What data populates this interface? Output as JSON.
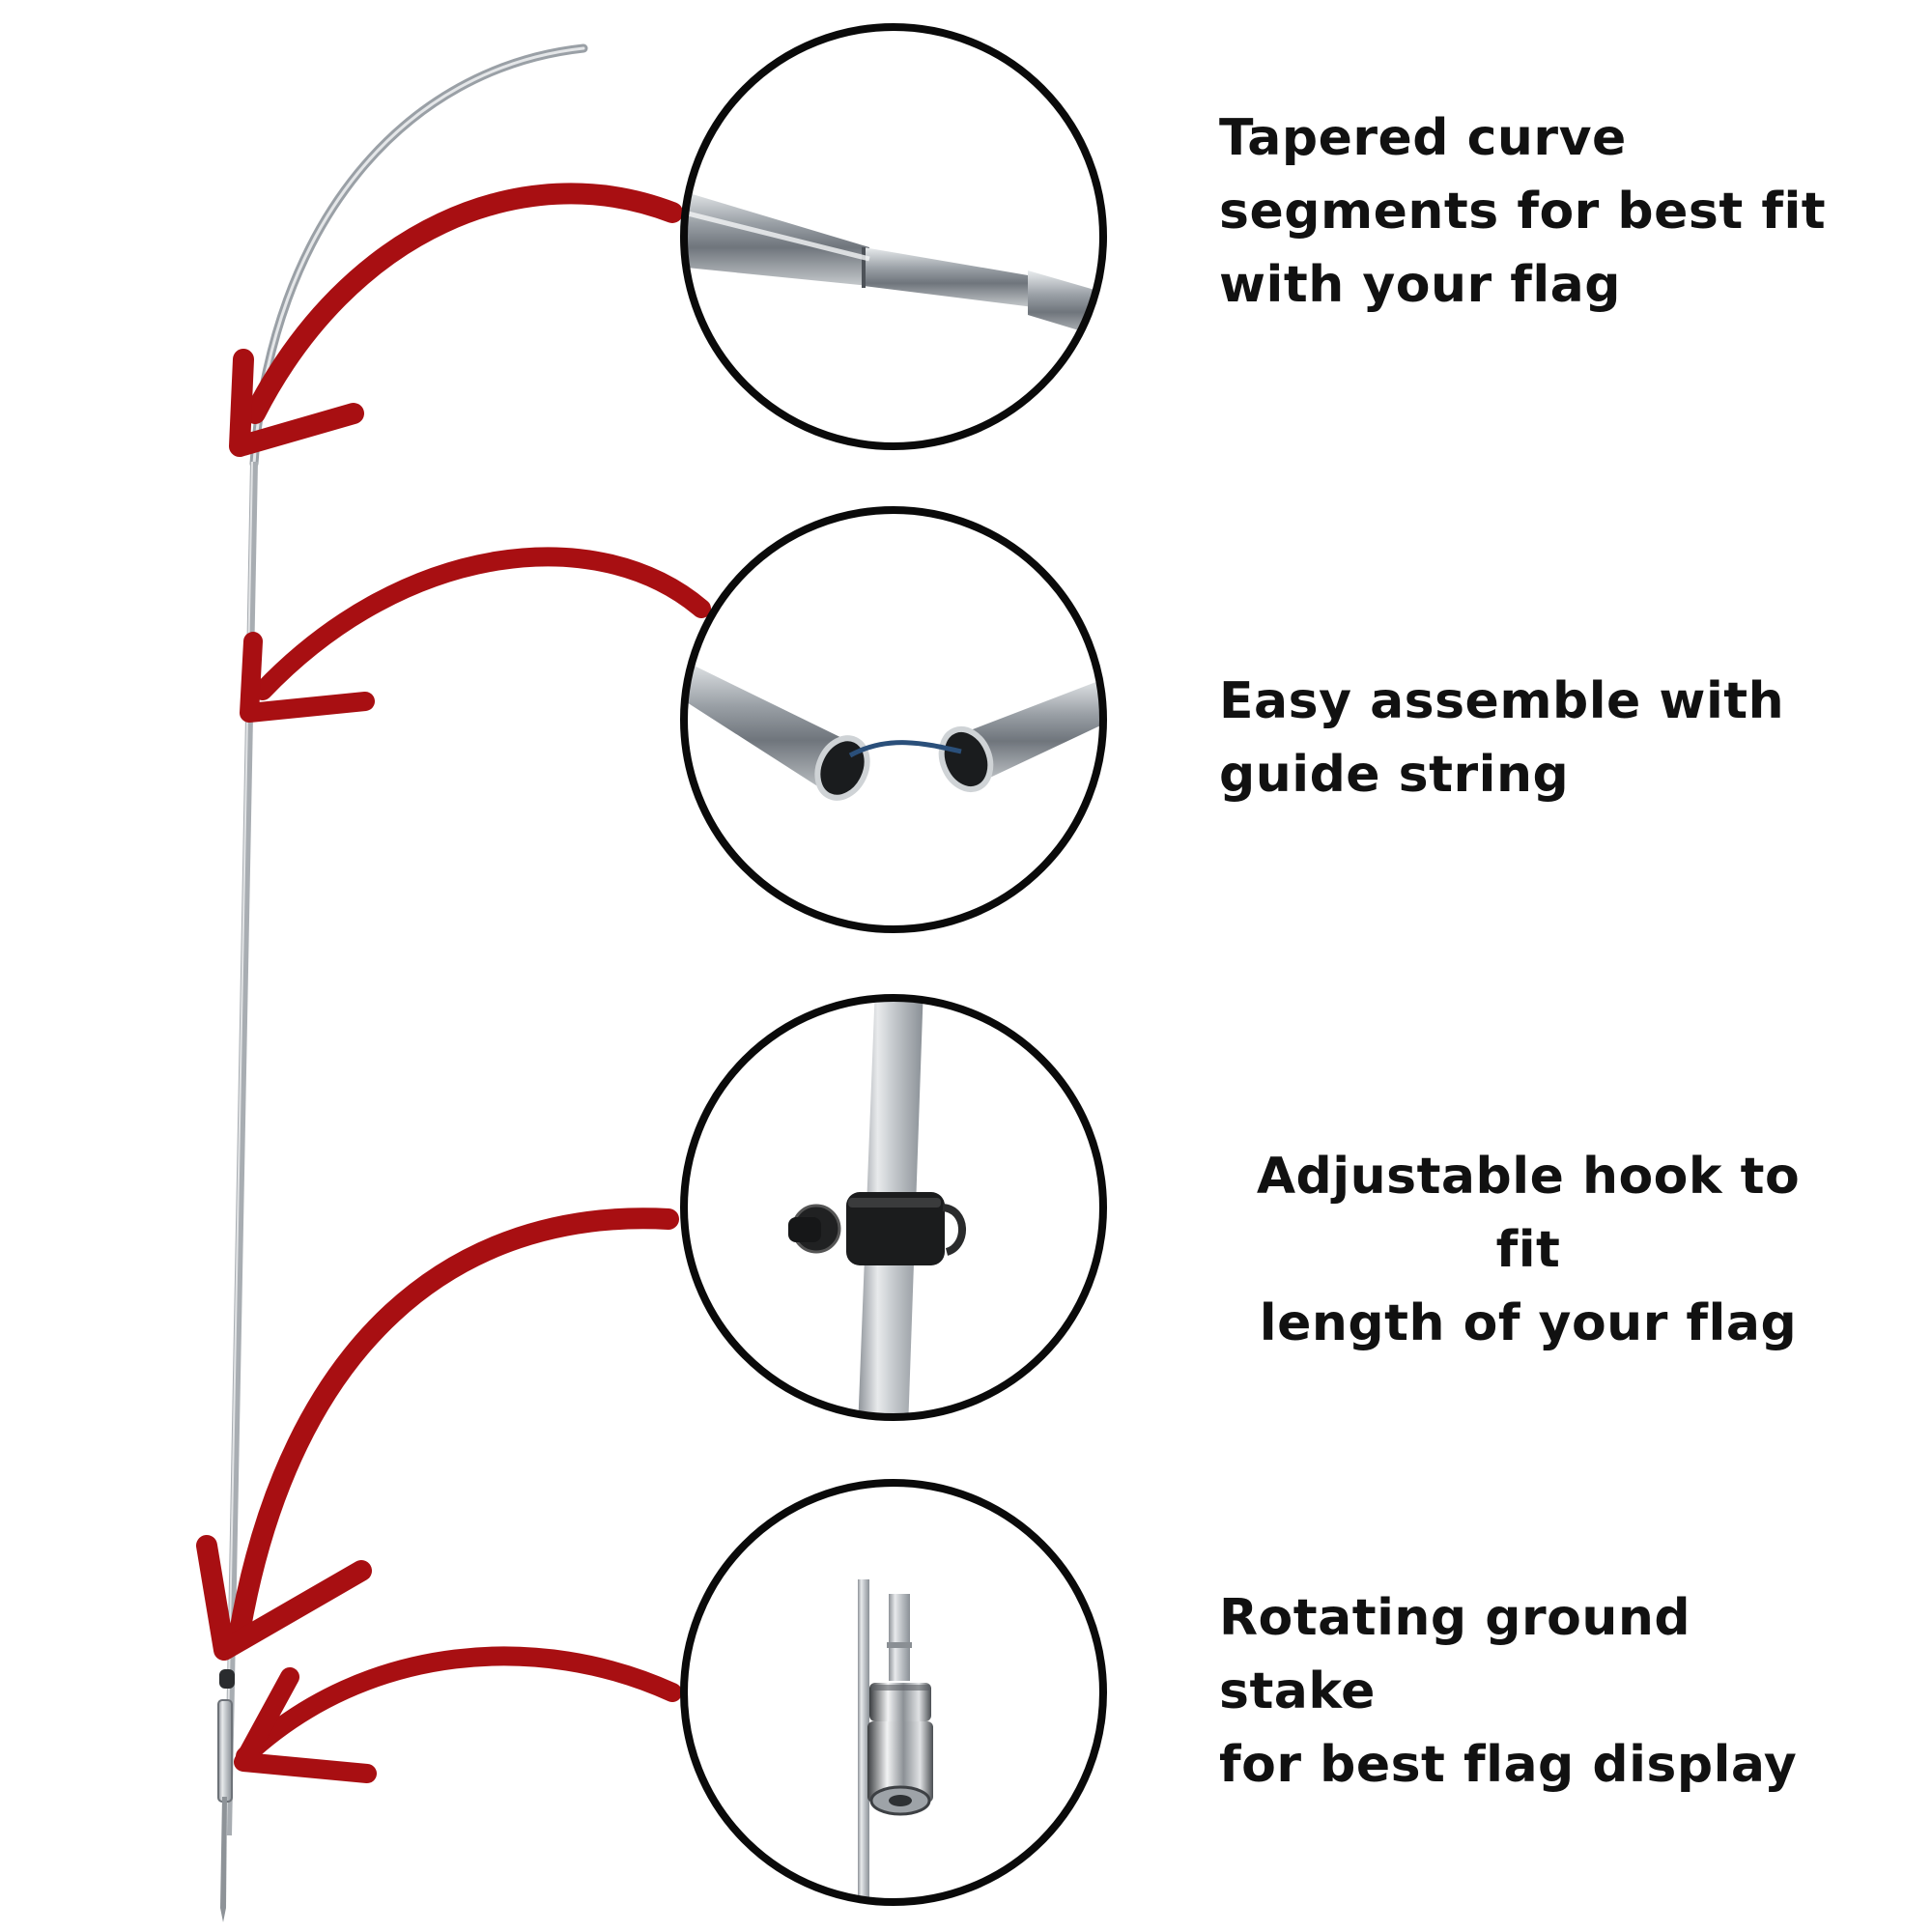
{
  "features": [
    {
      "label": "Tapered curve segments for best fit with your flag",
      "lines": [
        "Tapered curve",
        "segments for best fit",
        "with your flag"
      ]
    },
    {
      "label": "Easy assemble with guide string",
      "lines": [
        "Easy assemble with",
        "guide string"
      ]
    },
    {
      "label": "Adjustable hook to fit length of your flag",
      "lines": [
        "Adjustable hook to fit",
        "length of your flag"
      ]
    },
    {
      "label": "Rotating ground stake for best flag display",
      "lines": [
        "Rotating ground stake",
        "for best flag display"
      ]
    }
  ],
  "colors": {
    "arrow": "#a80f12",
    "circle_outline": "#0a0a0a",
    "text": "#111111",
    "pole": "#b8bcc0"
  },
  "icons": {
    "pole": "flag-pole-illustration",
    "arrows": "curved-arrow-icon",
    "circles": "detail-zoom-circle"
  }
}
